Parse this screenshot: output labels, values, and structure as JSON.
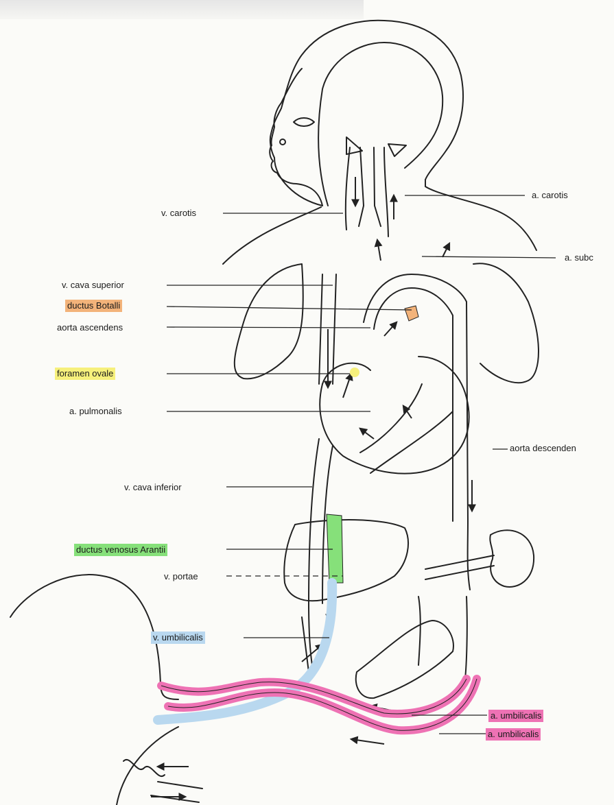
{
  "colors": {
    "ductus_botalli": "#f3b37a",
    "foramen_ovale": "#f6f07c",
    "ductus_venosus": "#86e07a",
    "vena_umbilicalis": "#b9d8ef",
    "arteria_umbilicalis": "#ee72b4",
    "outline": "#222222"
  },
  "labels": {
    "v_carotis": "v. carotis",
    "a_carotis": "a. carotis",
    "a_subc": "a. subc",
    "v_cava_superior": "v. cava superior",
    "ductus_botalli": "ductus Botalli",
    "aorta_ascendens": "aorta ascendens",
    "foramen_ovale": "foramen ovale",
    "a_pulmonalis": "a. pulmonalis",
    "aorta_descenden": "aorta descenden",
    "v_cava_inferior": "v. cava inferior",
    "ductus_venosus": "ductus venosus Arantii",
    "v_portae": "v. portae",
    "v_umbilicalis": "v. umbilicalis",
    "a_umbilicalis_1": "a. umbilicalis",
    "a_umbilicalis_2": "a. umbilicalis"
  }
}
